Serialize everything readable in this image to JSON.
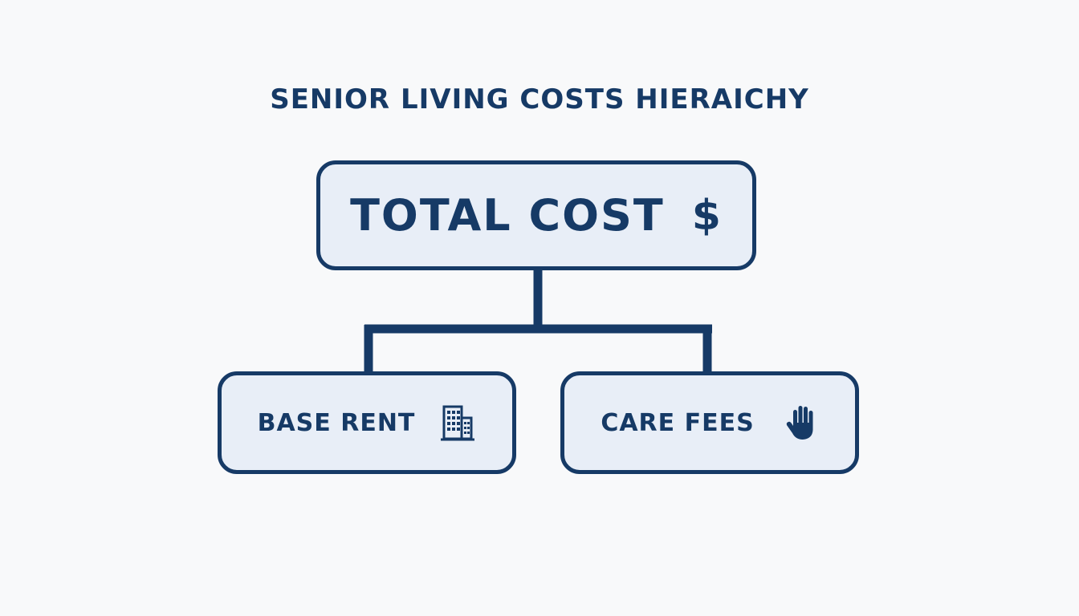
{
  "title": "SENIOR LIVING COSTS HIERAICHY",
  "colors": {
    "background": "#f8f9fa",
    "node_fill": "#e8eef7",
    "stroke": "#163a66",
    "text": "#163a66"
  },
  "root": {
    "label": "TOTAL COST",
    "icon_glyph": "$",
    "icon": "dollar-icon"
  },
  "children": [
    {
      "label": "BASE RENT",
      "icon": "building-icon"
    },
    {
      "label": "CARE FEES",
      "icon": "hand-icon"
    }
  ]
}
